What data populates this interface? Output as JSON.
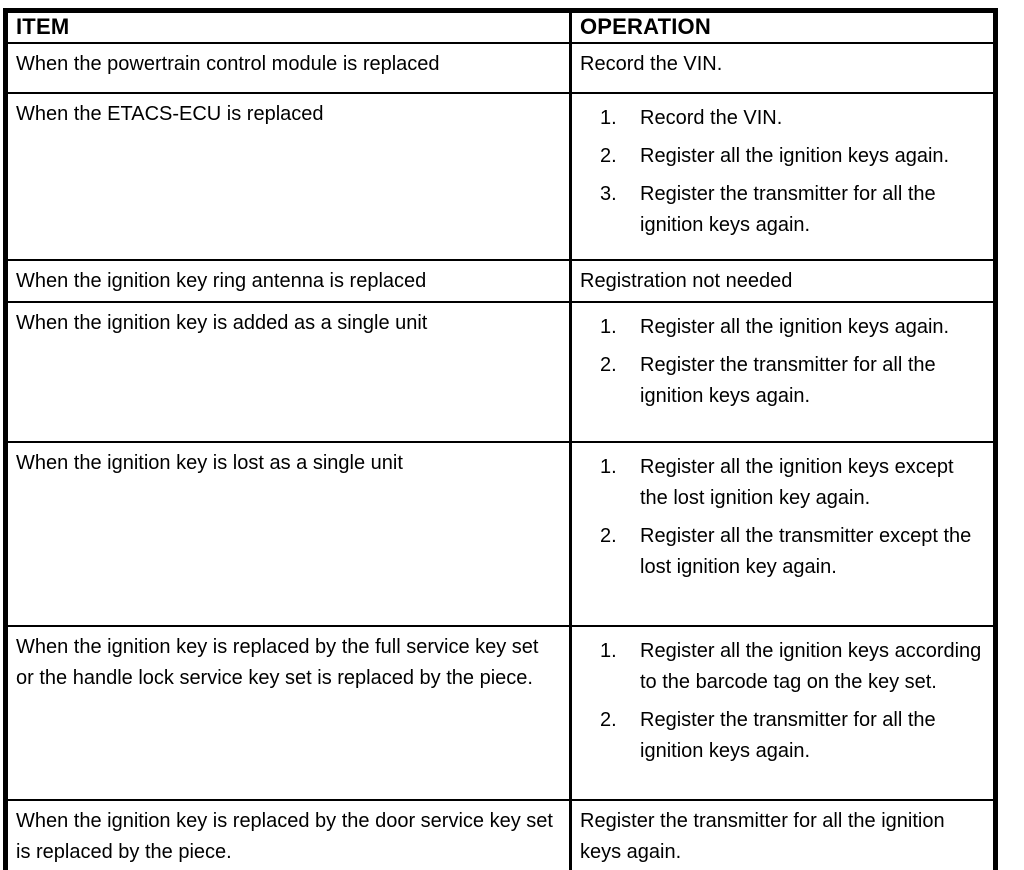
{
  "table": {
    "headers": [
      "ITEM",
      "OPERATION"
    ],
    "rows": [
      {
        "item": "When the powertrain control module is replaced",
        "numbered": false,
        "operation": [
          "Record the VIN."
        ]
      },
      {
        "item": "When the ETACS-ECU is replaced",
        "numbered": true,
        "operation": [
          "Record the VIN.",
          "Register all the ignition keys again.",
          "Register the transmitter for all the ignition keys again."
        ]
      },
      {
        "item": "When the ignition key ring antenna is replaced",
        "numbered": false,
        "operation": [
          "Registration not needed"
        ]
      },
      {
        "item": "When the ignition key is added as a single unit",
        "numbered": true,
        "operation": [
          "Register all the ignition keys again.",
          "Register the transmitter for all the ignition keys again."
        ]
      },
      {
        "item": "When the ignition key is lost as a single unit",
        "numbered": true,
        "operation": [
          "Register all the ignition keys except the lost ignition key again.",
          "Register all the transmitter except the lost ignition key again."
        ]
      },
      {
        "item": "When the ignition key is replaced by the full service key set or the handle lock service key set is replaced by the piece.",
        "numbered": true,
        "operation": [
          "Register all the ignition keys according to the barcode tag on the key set.",
          "Register the transmitter for all the ignition keys again."
        ]
      },
      {
        "item": "When the ignition key is replaced by the door service key set is replaced by the piece.",
        "numbered": false,
        "operation": [
          "Register the transmitter for all the ignition keys again."
        ]
      }
    ]
  }
}
